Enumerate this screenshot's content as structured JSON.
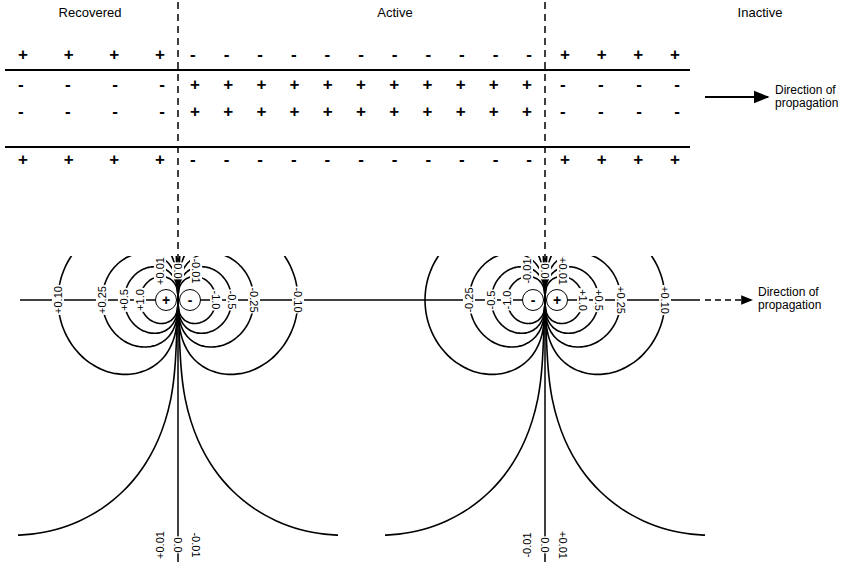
{
  "diagram": {
    "nodes": [
      {
        "text": [
          "+"
        ]
      },
      {
        "text": [
          "-"
        ]
      },
      {
        "text": [
          "-"
        ]
      },
      {
        "text": [
          "+"
        ]
      }
    ],
    "labels": [
      "Recovered",
      "Active",
      "Inactive",
      "+ + + +",
      "- - - - - - - - - - -",
      "+ + + +",
      "- - - -",
      "+ + + + + + + + + + +",
      "- - - -",
      "- - - -",
      "+ + + + + + + + + + +",
      "- - - -",
      "+ + + +",
      "- - - - - - - - - - -",
      "+ + + +",
      "Direction of propagation",
      "+0.01",
      "0.0",
      "-0.01",
      "+0.10",
      "+0.25",
      "+0.5",
      "+1.0",
      "-1.0",
      "-0.5",
      "-0.25",
      "-0.10",
      "+0.01",
      "0.0",
      "-0.01",
      "-0.01",
      "0.0",
      "+0.01",
      "-0.25",
      "-0.5",
      "-1.0",
      "+1.0",
      "+0.5",
      "+0.25",
      "+0.10",
      "-0.01",
      "0.0",
      "+0.01",
      "Direction of propagation"
    ]
  }
}
